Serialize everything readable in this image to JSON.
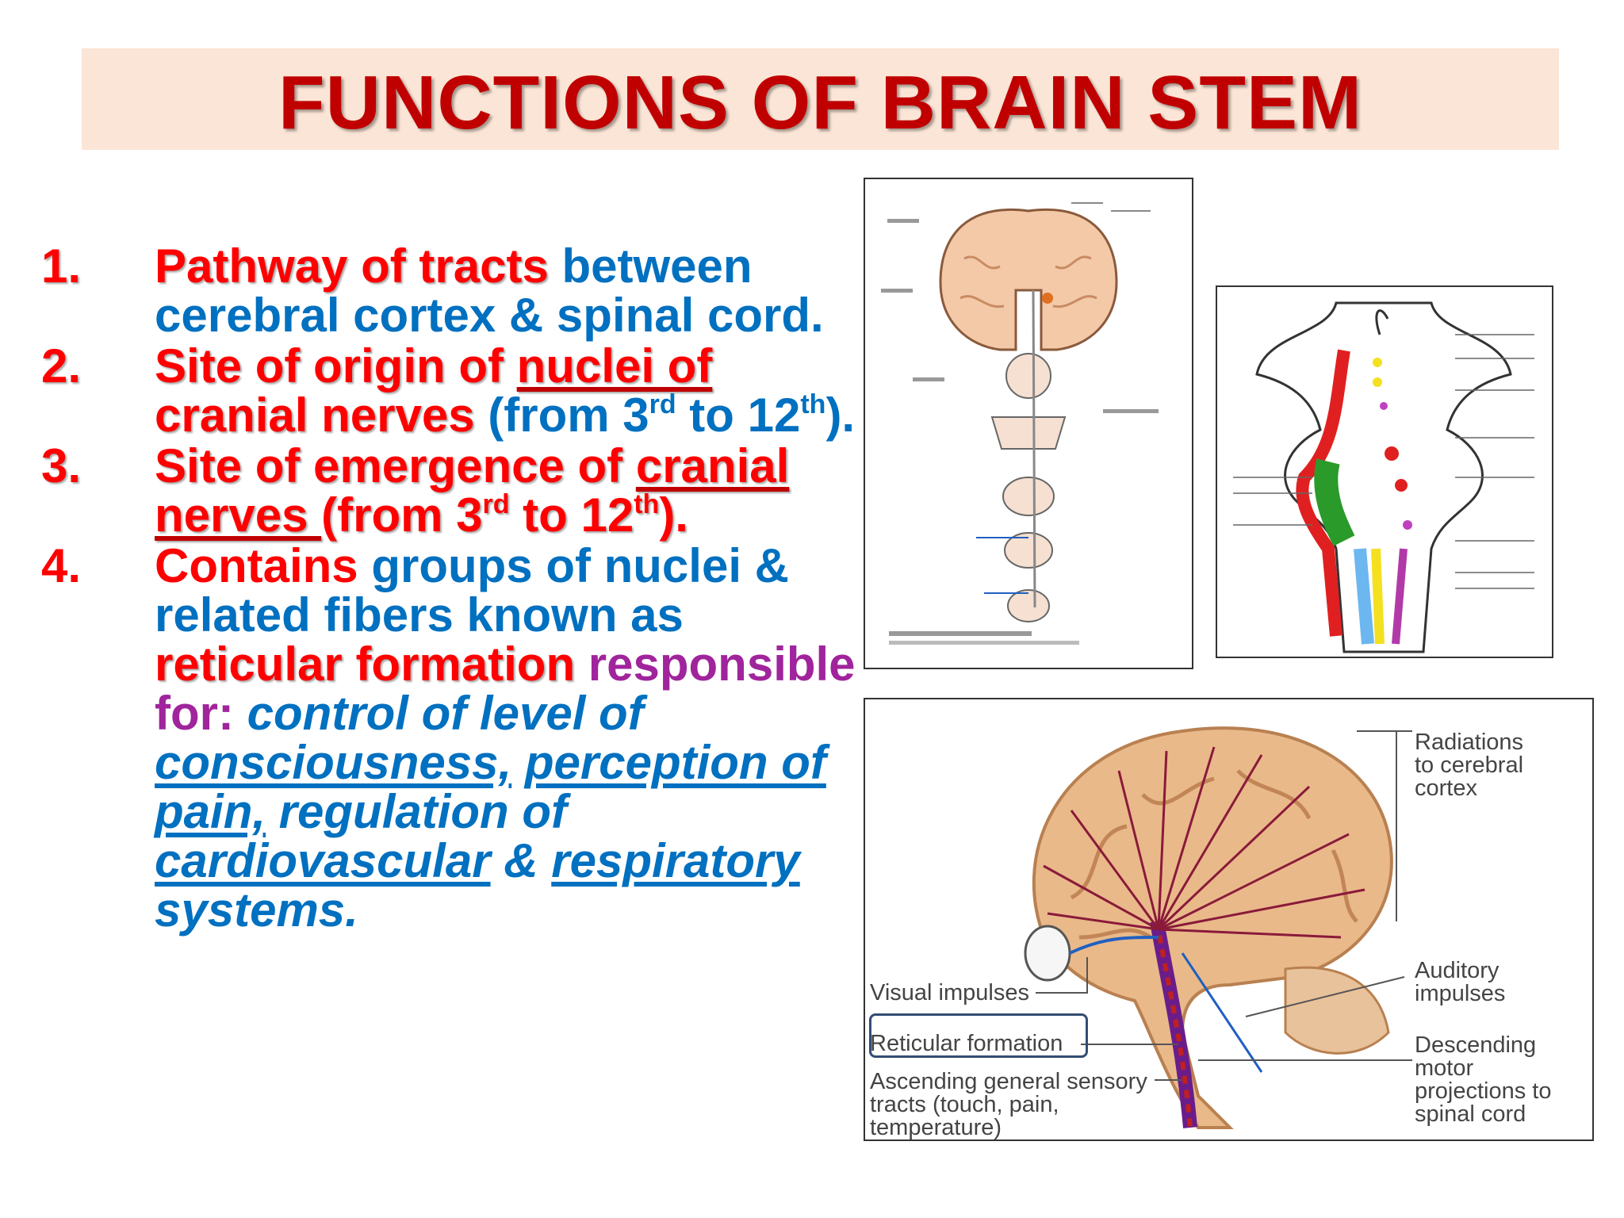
{
  "title": "FUNCTIONS OF BRAIN STEM",
  "items": [
    {
      "num": "1.",
      "highlight": "Pathway of tracts",
      "text": " between cerebral cortex & spinal cord."
    },
    {
      "num": "2.",
      "highlight_a": "Site of origin of ",
      "highlight_b": "nuclei of",
      "highlight_c": " cranial nerves",
      "text_a": " (from 3",
      "sup_a": "rd",
      "text_b": " to 12",
      "sup_b": "th",
      "text_c": ")."
    },
    {
      "num": "3.",
      "highlight_a": "Site of emergence of ",
      "highlight_b": "cranial nerves ",
      "text_a": "(from 3",
      "sup_a": "rd",
      "text_b": " to 12",
      "sup_b": "th",
      "text_c": ")."
    },
    {
      "num": "4.",
      "contains": "Contains",
      "text": " groups of nuclei & related fibers known as ",
      "reticular": "reticular formation",
      "responsible": " responsible for: ",
      "ital_a": "control of level of ",
      "consciousness": "consciousness,",
      "sp": " ",
      "pain": "perception of pain,",
      "ital_b": " regulation of ",
      "cardio": "cardiovascular",
      "amp": " & ",
      "resp": "respiratory",
      "ital_c": " systems."
    }
  ],
  "figure3": {
    "labels": {
      "radiations": "Radiations to cerebral cortex",
      "auditory": "Auditory impulses",
      "visual": "Visual impulses",
      "reticular": "Reticular formation",
      "descending": "Descending motor projections to spinal cord",
      "ascending": "Ascending general sensory tracts (touch, pain, temperature)"
    }
  }
}
